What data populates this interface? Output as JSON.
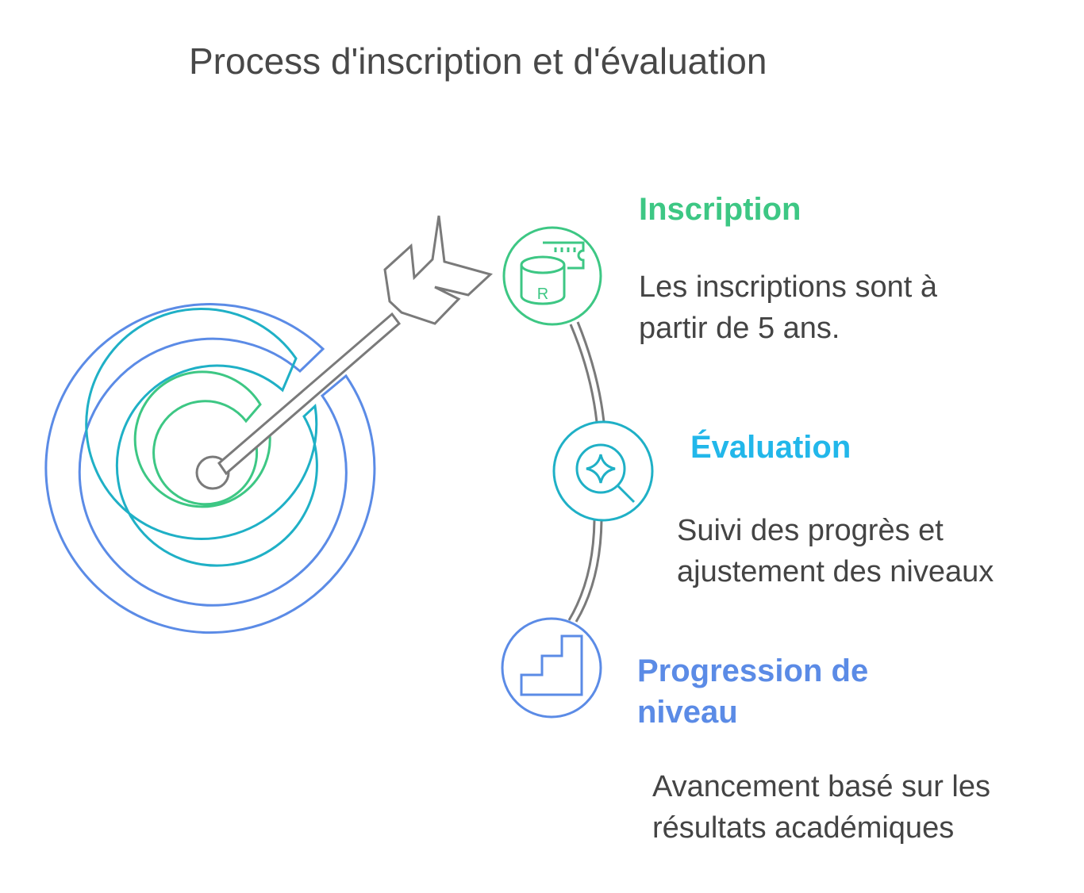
{
  "title": "Process d'inscription et d'évaluation",
  "colors": {
    "title": "#484848",
    "text": "#444444",
    "green": "#3dc784",
    "teal": "#1fb0c6",
    "blue": "#5b8be6",
    "sky": "#22b7ea",
    "arrow": "#7a7a7a"
  },
  "steps": [
    {
      "title": "Inscription",
      "description": "Les inscriptions sont à partir de 5 ans.",
      "icon": "database-ticket-icon",
      "color": "#3dc784"
    },
    {
      "title": "Évaluation",
      "description": "Suivi des progrès et ajustement des niveaux",
      "icon": "magnifier-sparkle-icon",
      "color": "#22b7ea"
    },
    {
      "title": "Progression de niveau",
      "description": "Avancement basé sur les résultats académiques",
      "icon": "stairs-icon",
      "color": "#5b8be6"
    }
  ],
  "database_icon_letter": "R"
}
